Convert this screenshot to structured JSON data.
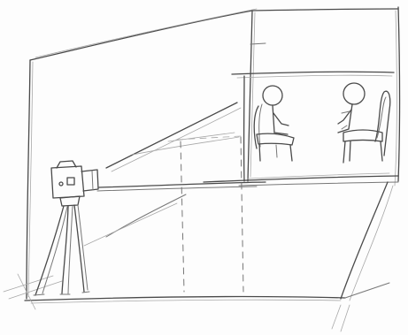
{
  "sketch": {
    "medium": "pencil",
    "colors": {
      "paper": "#fdfdfd",
      "graphite_dark": "#4a4a4a",
      "graphite_mid": "#777777",
      "graphite_light": "#a8a8a8"
    },
    "subjects": [
      {
        "name": "room-box"
      },
      {
        "name": "camera-on-tripod"
      },
      {
        "name": "seated-figure-left"
      },
      {
        "name": "seated-figure-right"
      }
    ]
  }
}
